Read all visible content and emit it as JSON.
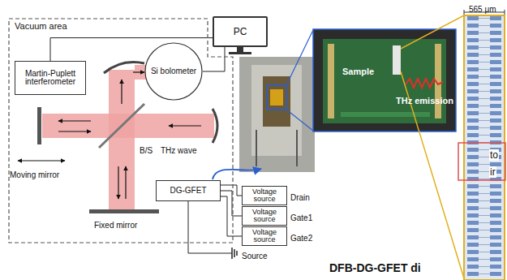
{
  "diagram": {
    "nodes": [
      {
        "text": [
          "Vacuum area"
        ]
      },
      {
        "text": [
          "Martin-Puplett interferometer"
        ],
        "in": 0
      },
      {
        "text": [
          "Si bolometer"
        ],
        "in": 0
      },
      {
        "text": [
          "PC"
        ]
      },
      {
        "text": [
          "DG-GFET"
        ],
        "in": 0
      },
      {
        "text": [
          "Voltage source"
        ]
      },
      {
        "text": [
          "Voltage source"
        ]
      },
      {
        "text": [
          "Voltage source"
        ]
      }
    ],
    "edges": [
      {
        "from": 1,
        "to": 3,
        "arrow": "none"
      },
      {
        "from": 2,
        "to": 3,
        "arrow": "none"
      },
      {
        "from": 4,
        "to": 5,
        "arrow": "none"
      },
      {
        "from": 4,
        "to": 6,
        "arrow": "none"
      },
      {
        "from": 4,
        "to": 7,
        "arrow": "none"
      }
    ],
    "labels": [
      "B/S",
      "THz wave",
      "Moving mirror",
      "Fixed mirror",
      "Drain",
      "Gate1",
      "Gate2",
      "Source",
      "Sample",
      "THz emission",
      "565 μm",
      "to",
      "ir",
      "DFB-DG-GFET di"
    ]
  }
}
